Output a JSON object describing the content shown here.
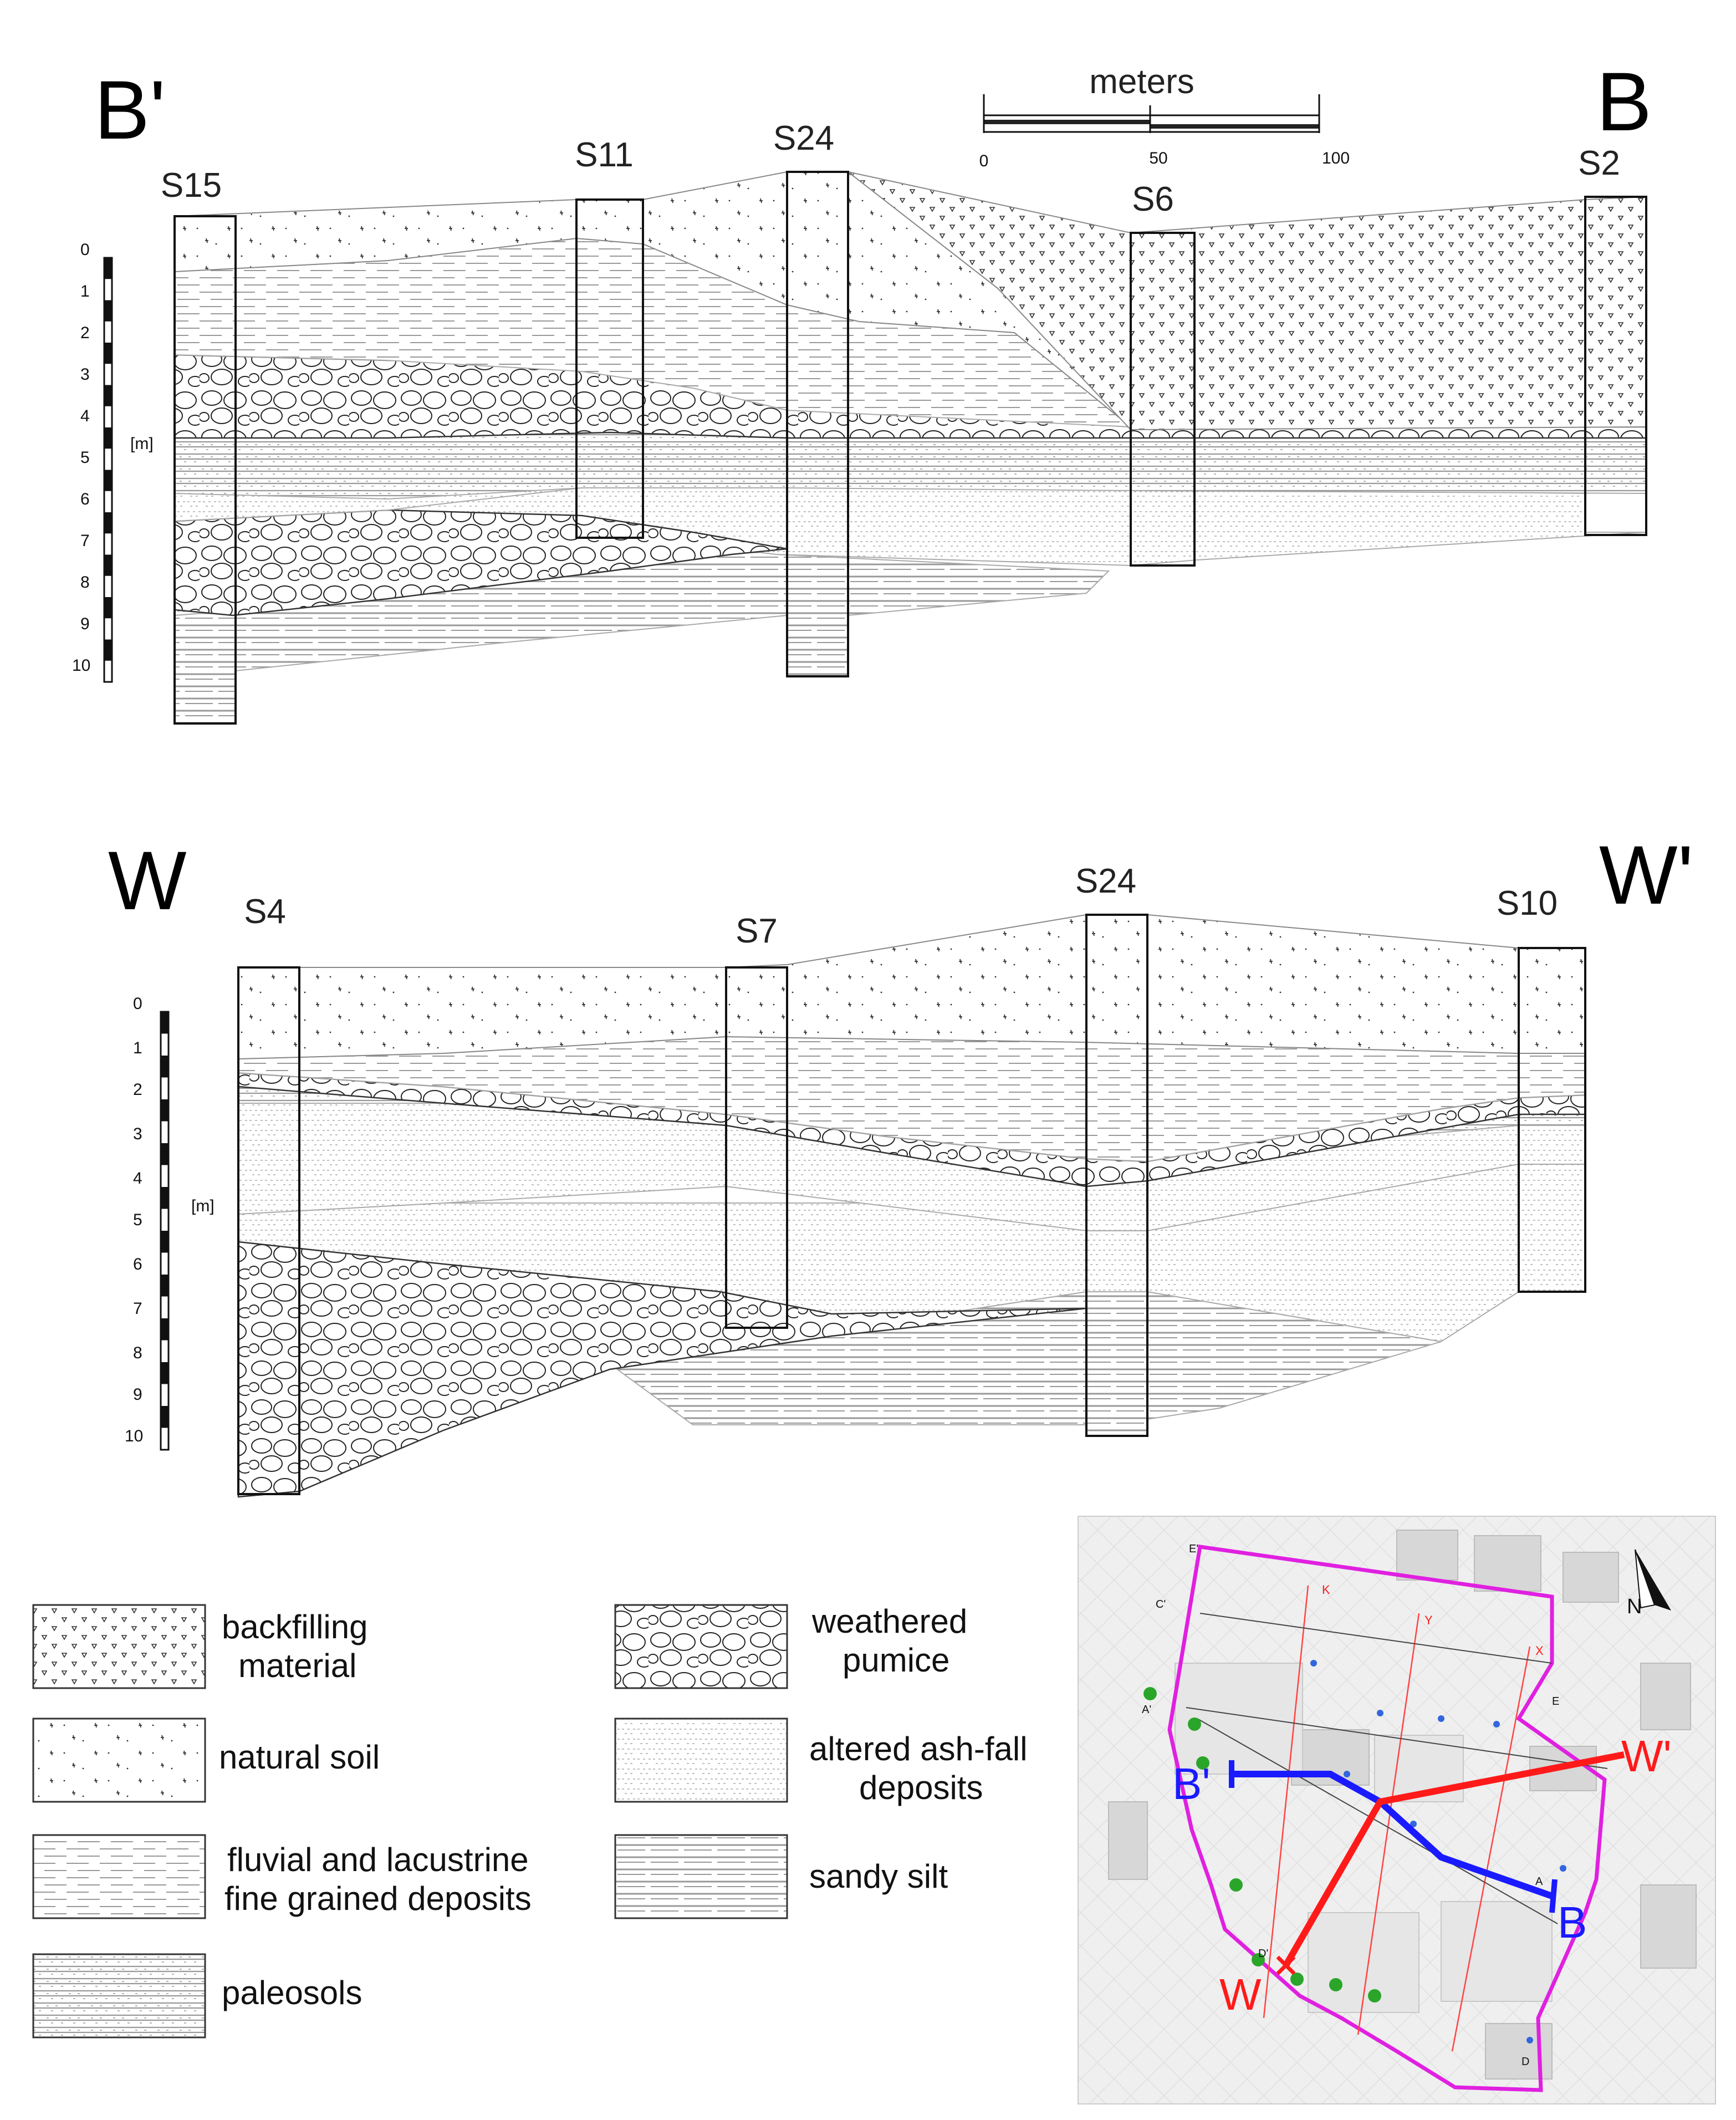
{
  "section_top": {
    "start_label": "B'",
    "end_label": "B",
    "boreholes": [
      "S15",
      "S11",
      "S24",
      "S6",
      "S2"
    ],
    "depth_ticks": [
      "0",
      "1",
      "2",
      "3",
      "4",
      "5",
      "6",
      "7",
      "8",
      "9",
      "10"
    ],
    "depth_unit": "[m]",
    "scale_bar": {
      "label": "meters",
      "ticks": [
        "0",
        "50",
        "100"
      ]
    }
  },
  "section_bottom": {
    "start_label": "W",
    "end_label": "W'",
    "boreholes": [
      "S4",
      "S7",
      "S24",
      "S10"
    ],
    "depth_ticks": [
      "0",
      "1",
      "2",
      "3",
      "4",
      "5",
      "6",
      "7",
      "8",
      "9",
      "10"
    ],
    "depth_unit": "[m]"
  },
  "legend": {
    "items": [
      {
        "id": "backfilling",
        "lines": [
          "backfilling",
          "material"
        ]
      },
      {
        "id": "natural_soil",
        "lines": [
          "natural soil"
        ]
      },
      {
        "id": "fluvial",
        "lines": [
          "fluvial and lacustrine",
          "fine grained deposits"
        ]
      },
      {
        "id": "paleosols",
        "lines": [
          "paleosols"
        ]
      },
      {
        "id": "pumice",
        "lines": [
          "weathered",
          "pumice"
        ]
      },
      {
        "id": "ash",
        "lines": [
          "altered ash-fall",
          "deposits"
        ]
      },
      {
        "id": "sandy_silt",
        "lines": [
          "sandy silt"
        ]
      }
    ]
  },
  "map": {
    "north_label": "N",
    "section_labels": {
      "B_prime": "B'",
      "B": "B",
      "W": "W",
      "W_prime": "W'"
    },
    "point_letters": [
      "E'",
      "C'",
      "A'",
      "D'",
      "E",
      "A",
      "D",
      "K",
      "Y",
      "X"
    ],
    "colors": {
      "boundary": "#e020e0",
      "section_B": "#1a1aff",
      "section_W": "#ff1a1a",
      "thin_lines": "#ff3b3b"
    }
  }
}
